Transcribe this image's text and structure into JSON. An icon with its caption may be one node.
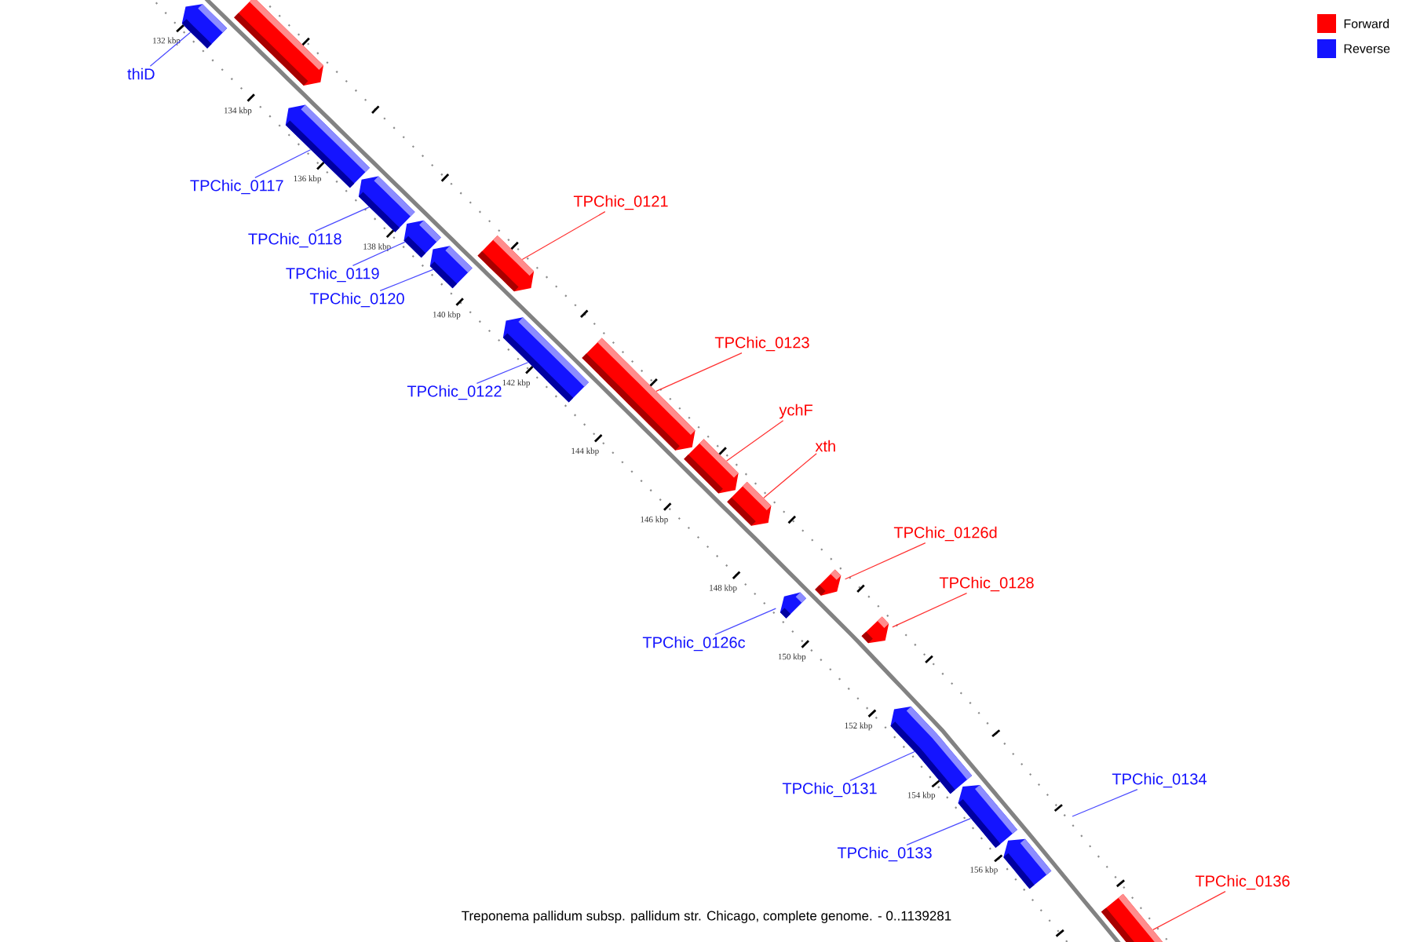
{
  "diagram": {
    "caption": "Treponema pallidum subsp. pallidum str. Chicago, complete genome. - 0..1139281",
    "nodes": [
      {
        "text": [],
        "shape": "box"
      },
      {
        "text": [
          "thiD"
        ]
      },
      {
        "text": [],
        "shape": "box"
      },
      {
        "text": [],
        "shape": "box"
      },
      {
        "text": [
          "TPChic_0117"
        ]
      },
      {
        "text": [],
        "shape": "box"
      },
      {
        "text": [
          "TPChic_0118"
        ]
      },
      {
        "text": [],
        "shape": "box"
      },
      {
        "text": [
          "TPChic_0119"
        ]
      },
      {
        "text": [],
        "shape": "box"
      },
      {
        "text": [
          "TPChic_0120"
        ]
      },
      {
        "text": [],
        "shape": "box"
      },
      {
        "text": [
          "TPChic_0121"
        ]
      },
      {
        "text": [],
        "shape": "box"
      },
      {
        "text": [
          "TPChic_0122"
        ]
      },
      {
        "text": [],
        "shape": "box"
      },
      {
        "text": [
          "TPChic_0123"
        ]
      },
      {
        "text": [],
        "shape": "box"
      },
      {
        "text": [
          "ychF"
        ]
      },
      {
        "text": [],
        "shape": "box"
      },
      {
        "text": [
          "xth"
        ]
      },
      {
        "text": [],
        "shape": "box"
      },
      {
        "text": [
          "TPChic_0126c"
        ]
      },
      {
        "text": [],
        "shape": "box"
      },
      {
        "text": [
          "TPChic_0126d"
        ]
      },
      {
        "text": [],
        "shape": "box"
      },
      {
        "text": [
          "TPChic_0128"
        ]
      },
      {
        "text": [],
        "shape": "box"
      },
      {
        "text": [
          "TPChic_0131"
        ]
      },
      {
        "text": [],
        "shape": "box"
      },
      {
        "text": [
          "TPChic_0133"
        ]
      },
      {
        "text": [],
        "shape": "box"
      },
      {
        "text": [
          "TPChic_0134"
        ]
      },
      {
        "text": [],
        "shape": "box"
      },
      {
        "text": [
          "TPChic_0136"
        ]
      }
    ],
    "edges": [
      {
        "from": 1,
        "to": 0,
        "arrow": "none"
      },
      {
        "from": 4,
        "to": 3,
        "arrow": "none"
      },
      {
        "from": 6,
        "to": 5,
        "arrow": "none"
      },
      {
        "from": 8,
        "to": 7,
        "arrow": "none"
      },
      {
        "from": 10,
        "to": 9,
        "arrow": "none"
      },
      {
        "from": 12,
        "to": 11,
        "arrow": "none",
        "color": "#ff3030"
      },
      {
        "from": 14,
        "to": 13,
        "arrow": "none"
      },
      {
        "from": 16,
        "to": 15,
        "arrow": "none",
        "color": "#ff3030"
      },
      {
        "from": 18,
        "to": 17,
        "arrow": "none",
        "color": "#ff3030"
      },
      {
        "from": 20,
        "to": 19,
        "arrow": "none",
        "color": "#ff3030"
      },
      {
        "from": 22,
        "to": 21,
        "arrow": "none"
      },
      {
        "from": 24,
        "to": 23,
        "arrow": "none",
        "color": "#ff3030"
      },
      {
        "from": 26,
        "to": 25,
        "arrow": "none",
        "color": "#ff3030"
      },
      {
        "from": 28,
        "to": 27,
        "arrow": "none"
      },
      {
        "from": 30,
        "to": 29,
        "arrow": "none"
      },
      {
        "from": 32,
        "to": null,
        "arrow": "none"
      },
      {
        "from": 34,
        "to": 33,
        "arrow": "none",
        "color": "#ff3030"
      }
    ],
    "labels": [
      "132 kbp",
      "134 kbp",
      "136 kbp",
      "138 kbp",
      "140 kbp",
      "142 kbp",
      "144 kbp",
      "146 kbp",
      "148 kbp",
      "150 kbp",
      "152 kbp",
      "154 kbp",
      "156 kbp"
    ],
    "legend": [
      {
        "text": "Forward",
        "color": "#ff0000"
      },
      {
        "text": "Reverse",
        "color": "#1414ff"
      }
    ]
  }
}
